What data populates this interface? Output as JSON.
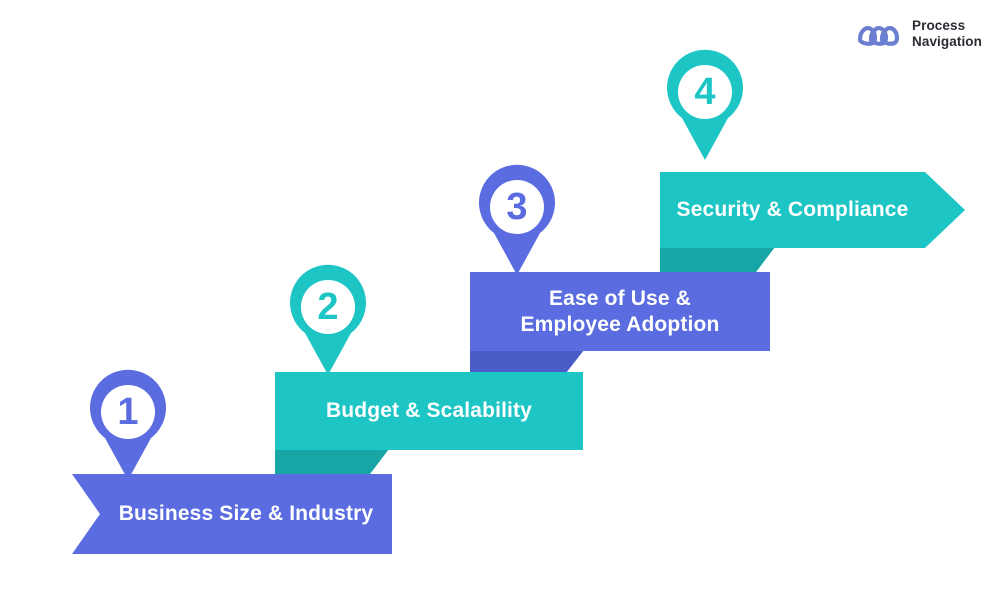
{
  "brand": {
    "logo_icon": "infinity-chain-logo-icon",
    "name": "Process\nNavigation",
    "mark_color": "#6b7fd0",
    "text_color": "#2b2b33"
  },
  "colors": {
    "purple": "#5a6ce0",
    "purple_fold": "#4a5cc8",
    "teal": "#1dc5c5",
    "teal_fold": "#18a5a5",
    "background": "#ffffff",
    "label_text": "#ffffff"
  },
  "diagram": {
    "type": "ascending-step-ribbon",
    "title_visible": false,
    "step_count": 4
  },
  "steps": [
    {
      "number": "1",
      "label": "Business Size & Industry",
      "color_key": "purple",
      "pin_color": "#5a6ce0",
      "banner_color": "#5a6ce0",
      "fold_color": "#4a5cc8",
      "left_edge": "notch",
      "right_edge": "flat",
      "has_fold": false
    },
    {
      "number": "2",
      "label": "Budget & Scalability",
      "color_key": "teal",
      "pin_color": "#1dc5c5",
      "banner_color": "#1dc5c5",
      "fold_color": "#18a5a5",
      "left_edge": "flat",
      "right_edge": "flat",
      "has_fold": true
    },
    {
      "number": "3",
      "label": "Ease of Use &\nEmployee Adoption",
      "color_key": "purple",
      "pin_color": "#5a6ce0",
      "banner_color": "#5a6ce0",
      "fold_color": "#4a5cc8",
      "left_edge": "flat",
      "right_edge": "flat",
      "has_fold": true
    },
    {
      "number": "4",
      "label": "Security & Compliance",
      "color_key": "teal",
      "pin_color": "#1dc5c5",
      "banner_color": "#1dc5c5",
      "fold_color": "#18a5a5",
      "left_edge": "flat",
      "right_edge": "arrow",
      "has_fold": true
    }
  ]
}
